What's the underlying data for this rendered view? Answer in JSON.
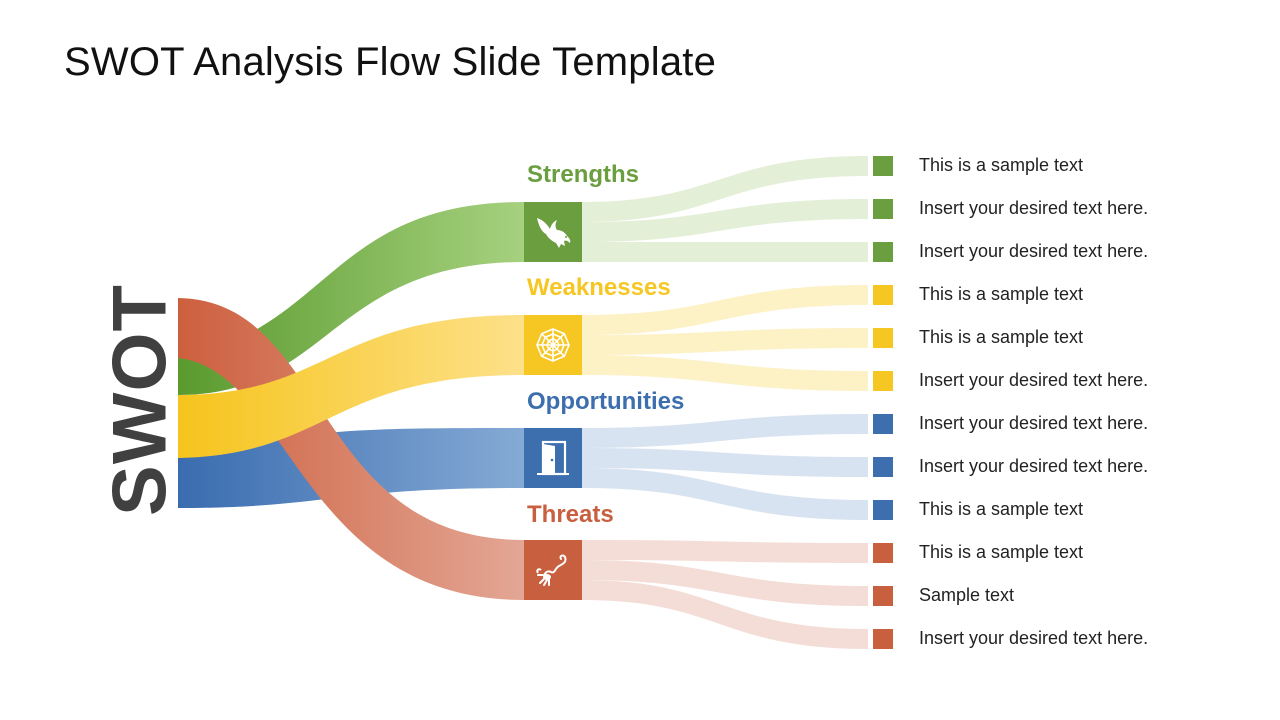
{
  "slide": {
    "title": "SWOT Analysis Flow Slide Template",
    "acronym": "SWOT"
  },
  "colors": {
    "strengths": "#6a9e3f",
    "weaknesses": "#f6c623",
    "opportunities": "#3d6fae",
    "threats": "#c8603f"
  },
  "categories": [
    {
      "label": "Strengths",
      "icon": "eagle-icon",
      "items": [
        "This is a sample text",
        "Insert your desired text here.",
        "Insert your desired text here."
      ]
    },
    {
      "label": "Weaknesses",
      "icon": "spider-web-icon",
      "items": [
        "This is a sample text",
        "This is a sample text",
        "Insert your desired text here."
      ]
    },
    {
      "label": "Opportunities",
      "icon": "open-door-icon",
      "items": [
        "Insert your desired text here.",
        "Insert your desired text here.",
        "This is a sample text"
      ]
    },
    {
      "label": "Threats",
      "icon": "scorpion-icon",
      "items": [
        "This is a sample text",
        "Sample text",
        "Insert your desired text here."
      ]
    }
  ]
}
